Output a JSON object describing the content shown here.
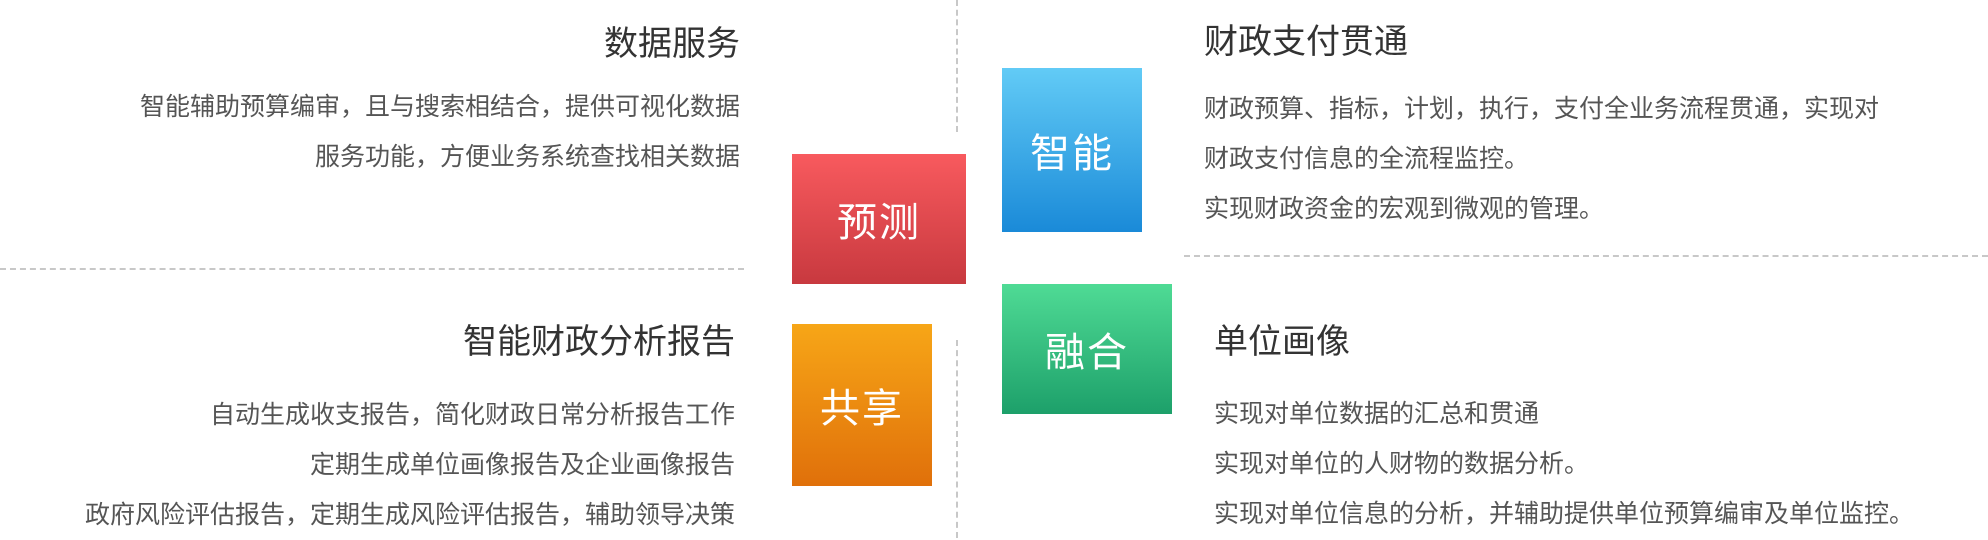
{
  "quadrants": {
    "top_left": {
      "title": "数据服务",
      "lines": [
        "智能辅助预算编审，且与搜索相结合，提供可视化数据",
        "服务功能，方便业务系统查找相关数据"
      ]
    },
    "bottom_left": {
      "title": "智能财政分析报告",
      "lines": [
        "自动生成收支报告，简化财政日常分析报告工作",
        "定期生成单位画像报告及企业画像报告",
        "政府风险评估报告，定期生成风险评估报告，辅助领导决策"
      ]
    },
    "top_right": {
      "title": "财政支付贯通",
      "lines": [
        "财政预算、指标，计划，执行，支付全业务流程贯通，实现对",
        "财政支付信息的全流程监控。",
        "实现财政资金的宏观到微观的管理。"
      ]
    },
    "bottom_right": {
      "title": "单位画像",
      "lines": [
        "实现对单位数据的汇总和贯通",
        "实现对单位的人财物的数据分析。",
        "实现对单位信息的分析，并辅助提供单位预算编审及单位监控。"
      ]
    }
  },
  "tiles": {
    "predict": {
      "label": "预测",
      "color_top": "#f85a5e",
      "color_bottom": "#c8393f"
    },
    "intelligent": {
      "label": "智能",
      "color_top": "#62cbf6",
      "color_bottom": "#1a8ad8"
    },
    "share": {
      "label": "共享",
      "color_top": "#f7a617",
      "color_bottom": "#e0700a"
    },
    "fusion": {
      "label": "融合",
      "color_top": "#4fdb95",
      "color_bottom": "#1da06a"
    }
  }
}
